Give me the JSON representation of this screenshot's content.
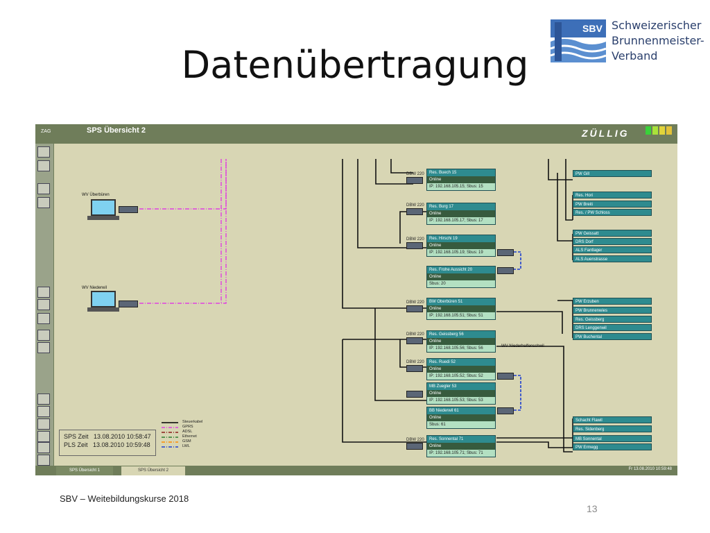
{
  "slide": {
    "title": "Datenübertragung",
    "footer": "SBV – Weitebildungskurse 2018",
    "page_number": "13"
  },
  "logo": {
    "abbr": "SBV",
    "line1": "Schweizerischer",
    "line2": "Brunnenmeister-",
    "line3": "Verband"
  },
  "scada": {
    "zag": "ZAG",
    "title": "SPS Übersicht 2",
    "brand": "ZÜLLIG",
    "tabs": [
      {
        "label": "SPS Übersicht 1",
        "active": false
      },
      {
        "label": "SPS Übersicht 2",
        "active": true
      }
    ],
    "status_time": "Fr 13.08.2010   10:59:48",
    "wv_ueberbueren": "WV Überbüren",
    "wv_niederwil": "WV Niederwil",
    "wv_niederhelfenschwil": "WV Niederhelfenschwil",
    "dbw_label": "DBW 220",
    "stations": [
      {
        "name": "Res. Buech 15",
        "status": "Online",
        "info": "IP: 192.168.105.15; Sbus: 15"
      },
      {
        "name": "Res. Burg 17",
        "status": "Online",
        "info": "IP: 192.168.105.17; Sbus: 17"
      },
      {
        "name": "Res. Hirschi 19",
        "status": "Online",
        "info": "IP: 192.168.105.19; Sbus: 19"
      },
      {
        "name": "Res. Frohe Aussicht 20",
        "status": "Online",
        "info": "Sbus: 20"
      },
      {
        "name": "BW Oberbüren 51",
        "status": "Online",
        "info": "IP: 192.168.105.51; Sbus: 51"
      },
      {
        "name": "Res. Geissberg 56",
        "status": "Online",
        "info": "IP: 192.168.105.56; Sbus: 56"
      },
      {
        "name": "Res. Ruedi 52",
        "status": "Online",
        "info": "IP: 192.168.105.52; Sbus: 52"
      },
      {
        "name": "MB Zuegler 53",
        "status": "Online",
        "info": "IP: 192.168.105.53; Sbus: 53"
      },
      {
        "name": "BB Niederwil 61",
        "status": "Online",
        "info": "Sbus: 61"
      },
      {
        "name": "Res. Sonnental 71",
        "status": "Online",
        "info": "IP: 192.168.105.71; Sbus: 71"
      }
    ],
    "right_items": [
      "PW Gill",
      "Res. Hori",
      "PW Breiti",
      "Res. / PW Schloss",
      "PW Geissatt",
      "DRS Dorf",
      "ALS Fantlager",
      "ALS Auenstrasse",
      "PW Erzuben",
      "PW Brunnenwies",
      "Res. Geissberg",
      "DRS Lenggenwil",
      "PW Buchental",
      "Schacht Flawil",
      "Res. Sidenberg",
      "MB Sonnental",
      "PW Ermegg"
    ],
    "legend": [
      {
        "label": "Steuerkabel",
        "color": "#000000",
        "style": "solid"
      },
      {
        "label": "GPRS",
        "color": "#e040e0",
        "style": "dashdot"
      },
      {
        "label": "ADSL",
        "color": "#8b1a1a",
        "style": "dashdot"
      },
      {
        "label": "Ethernet",
        "color": "#2e7d32",
        "style": "dashdot"
      },
      {
        "label": "GSM",
        "color": "#ff8c00",
        "style": "dashdot"
      },
      {
        "label": "LWL",
        "color": "#1e3fd0",
        "style": "dashdot"
      }
    ],
    "sps_zeit_label": "SPS Zeit",
    "sps_zeit_value": "13.08.2010   10:58:47",
    "pls_zeit_label": "PLS Zeit",
    "pls_zeit_value": "13.08.2010   10:59:48"
  }
}
